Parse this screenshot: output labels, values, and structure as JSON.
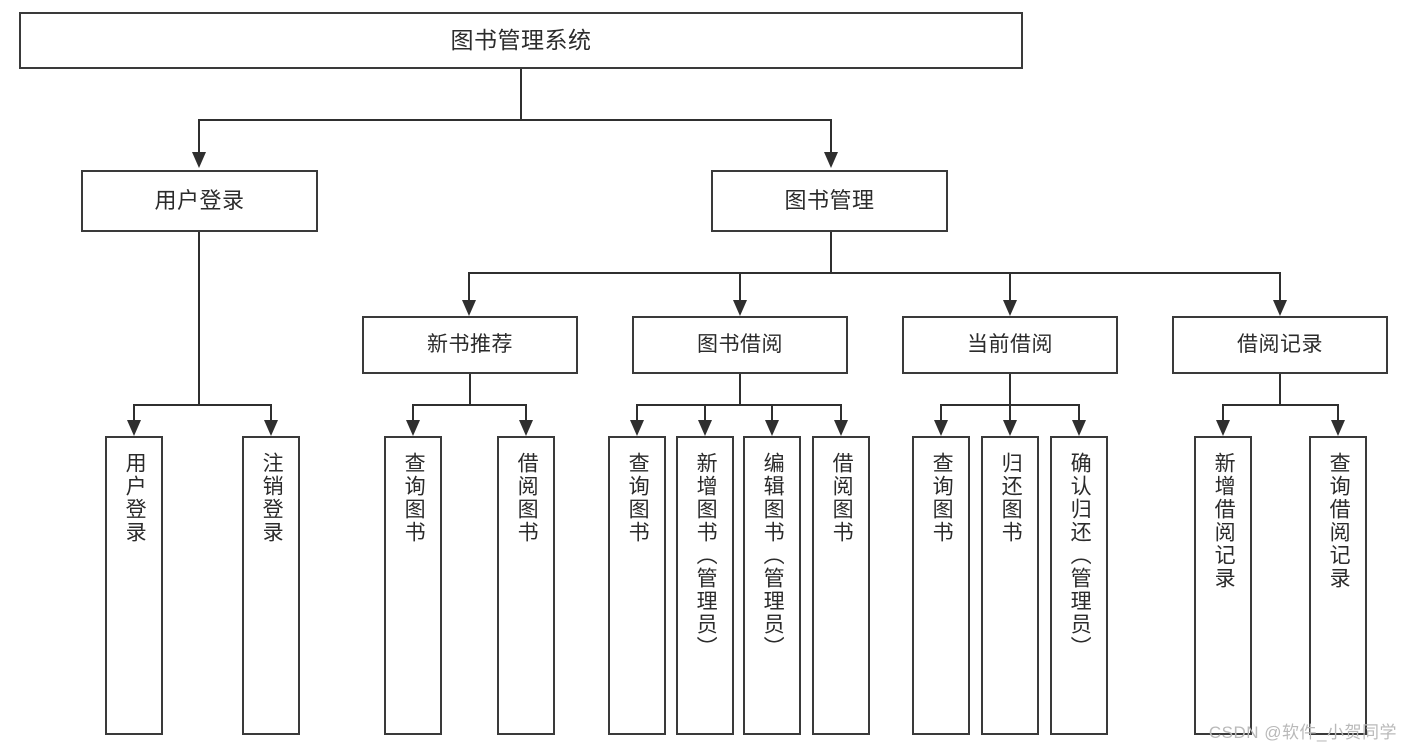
{
  "diagram": {
    "title": "图书管理系统",
    "type": "tree",
    "watermark": "CSDN @软件_小贺同学",
    "colors": {
      "box_border": "#3a3a3a",
      "connector": "#2f2f2f",
      "text": "#2b2b2b",
      "background": "#ffffff",
      "watermark": "#b9b9b9"
    },
    "root": {
      "label": "图书管理系统"
    },
    "level2": [
      {
        "label": "用户登录"
      },
      {
        "label": "图书管理"
      }
    ],
    "level3": [
      {
        "label": "新书推荐"
      },
      {
        "label": "图书借阅"
      },
      {
        "label": "当前借阅"
      },
      {
        "label": "借阅记录"
      }
    ],
    "leaves": {
      "user_login": [
        {
          "label": "用户登录"
        },
        {
          "label": "注销登录"
        }
      ],
      "new_book_recommend": [
        {
          "label": "查询图书"
        },
        {
          "label": "借阅图书"
        }
      ],
      "book_borrow": [
        {
          "label": "查询图书"
        },
        {
          "label": "新增图书（管理员）"
        },
        {
          "label": "编辑图书（管理员）"
        },
        {
          "label": "借阅图书"
        }
      ],
      "current_borrow": [
        {
          "label": "查询图书"
        },
        {
          "label": "归还图书"
        },
        {
          "label": "确认归还（管理员）"
        }
      ],
      "borrow_record": [
        {
          "label": "新增借阅记录"
        },
        {
          "label": "查询借阅记录"
        }
      ]
    }
  }
}
